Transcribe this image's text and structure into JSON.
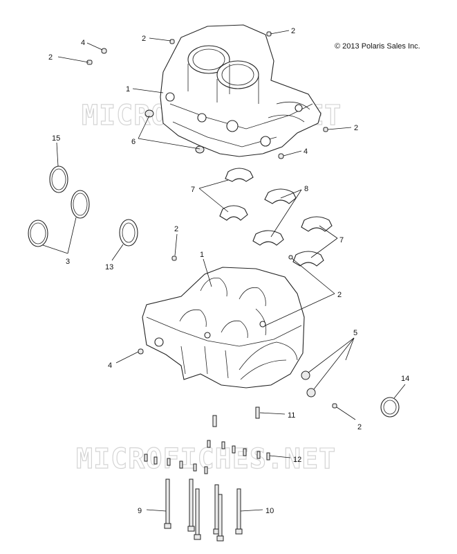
{
  "copyright": "© 2013 Polaris Sales Inc.",
  "watermark": "MICROFICHES.NET",
  "callouts": {
    "c1_top": "1",
    "c1_bottom": "1",
    "c2_a": "2",
    "c2_b": "2",
    "c2_c": "2",
    "c2_d": "2",
    "c2_e": "2",
    "c2_f": "2",
    "c2_g": "2",
    "c3": "3",
    "c4_top": "4",
    "c4_mid": "4",
    "c4_bottom": "4",
    "c5": "5",
    "c6": "6",
    "c7_left": "7",
    "c7_right": "7",
    "c8": "8",
    "c9": "9",
    "c10": "10",
    "c11": "11",
    "c12": "12",
    "c13": "13",
    "c14": "14",
    "c15": "15"
  }
}
